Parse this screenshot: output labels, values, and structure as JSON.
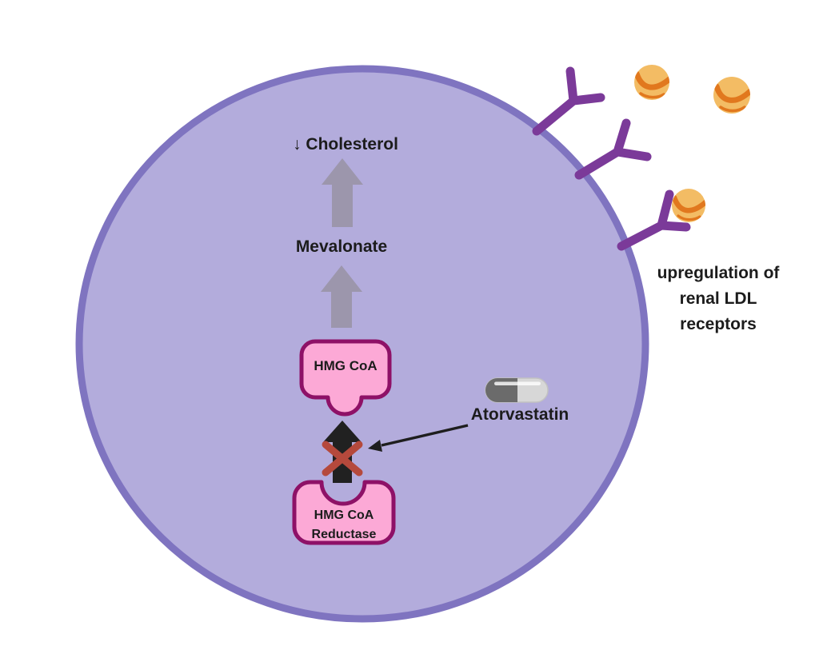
{
  "diagram": {
    "labels": {
      "cholesterol": "↓ Cholesterol",
      "mevalonate": "Mevalonate",
      "hmg_coa": "HMG CoA",
      "hmg_coa_reductase": "HMG CoA Reductase",
      "drug": "Atorvastatin",
      "ldl_caption": "upregulation of renal LDL receptors"
    },
    "colors": {
      "background": "#ffffff",
      "cell_fill": "#b3acdc",
      "cell_border": "#7f74c0",
      "pathway_arrow": "#9c96ac",
      "enzyme_fill": "#fca9d6",
      "enzyme_border": "#8e1167",
      "blocked_arrow": "#212121",
      "inhibition_cross": "#b5493c",
      "receptor_purple": "#7b3a99",
      "ldl_particle_fill": "#f3bc64",
      "ldl_particle_stripe": "#e1781e",
      "pill_dark_half": "#6b6b6b",
      "pill_light_half": "#d7d7d7",
      "label_text": "#1c1c1c"
    },
    "icons": {
      "drug_icon": "capsule-pill-icon",
      "receptor_icon": "y-shaped-ldl-receptor-icon",
      "particle_icon": "ldl-particle-icon",
      "inhibition_icon": "inhibition-cross-icon",
      "decrease_icon": "down-arrow-glyph"
    }
  }
}
